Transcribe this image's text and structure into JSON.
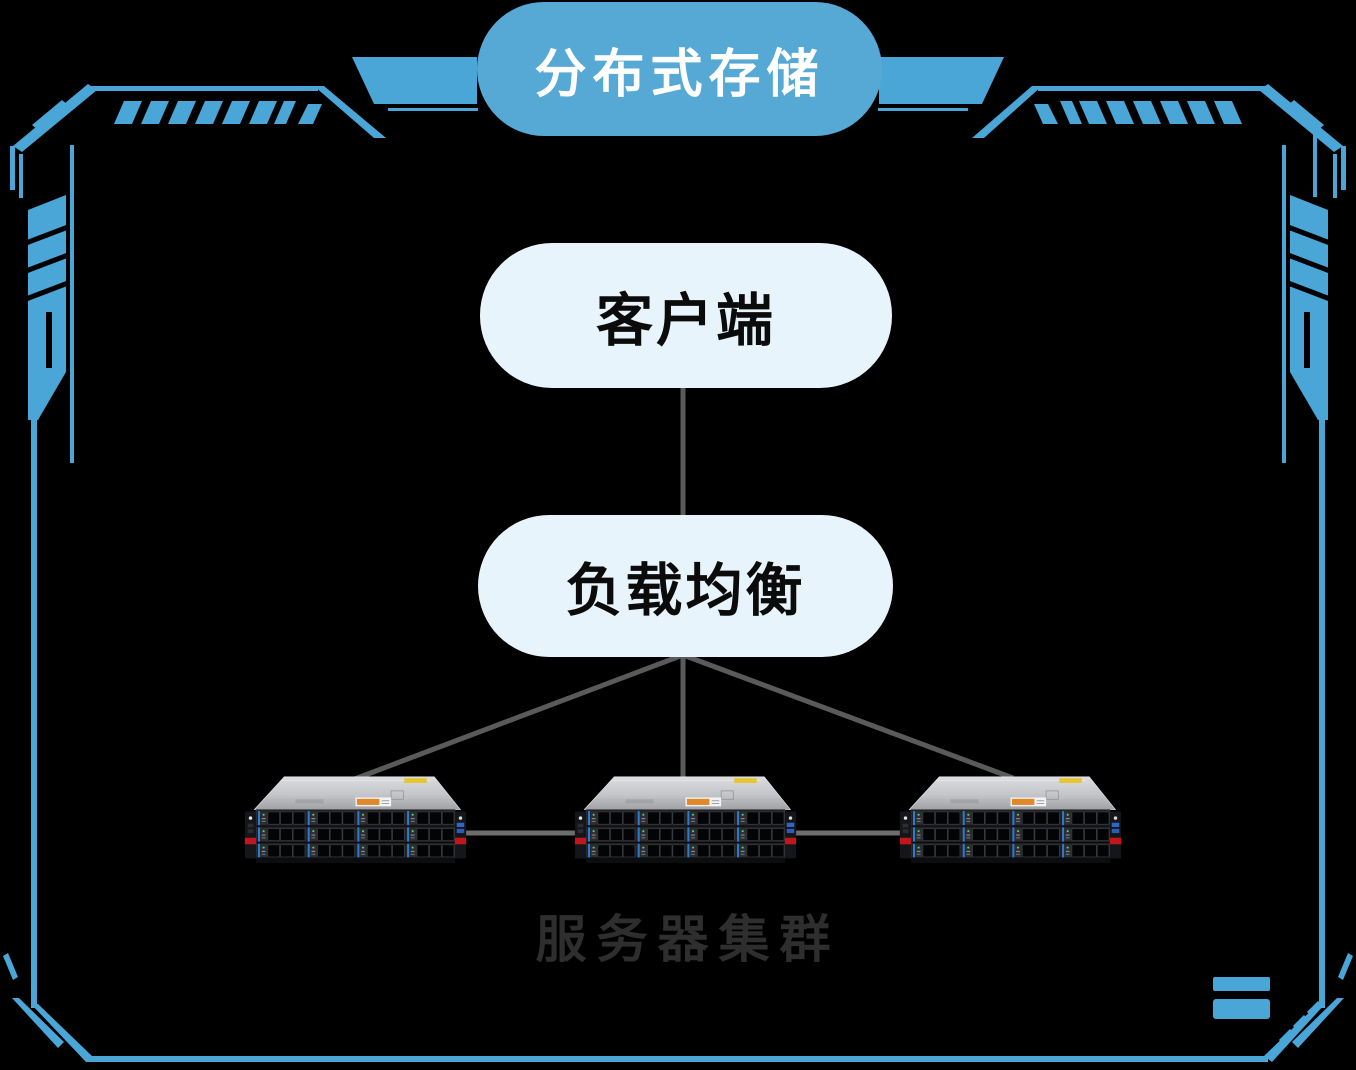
{
  "title": "分布式存储",
  "nodes": {
    "client": {
      "label": "客户端"
    },
    "load_balancer": {
      "label": "负载均衡"
    }
  },
  "cluster": {
    "label": "服务器集群",
    "server_count": 3
  },
  "diagram": {
    "type": "architecture",
    "edges": [
      {
        "from": "client",
        "to": "load_balancer"
      },
      {
        "from": "load_balancer",
        "to": "server-1"
      },
      {
        "from": "load_balancer",
        "to": "server-2"
      },
      {
        "from": "load_balancer",
        "to": "server-3"
      },
      {
        "from": "server-1",
        "to": "server-2"
      },
      {
        "from": "server-2",
        "to": "server-3"
      }
    ]
  },
  "colors": {
    "background": "#000000",
    "frame_blue": "#4BA6D8",
    "title_capsule_blue": "#55A9D4",
    "title_text": "#FFFFFF",
    "node_fill": "#E8F4FB",
    "node_text": "#0B0B0B",
    "connector_gray": "#5A5A5A",
    "server_link_gray": "#6E6E6E",
    "cluster_label_gray": "#2E2E2E",
    "server_accent_blue": "#2E7AD0",
    "server_accent_red": "#C2161F",
    "server_label_yellow": "#E6C52F",
    "server_label_orange": "#E2882B"
  }
}
